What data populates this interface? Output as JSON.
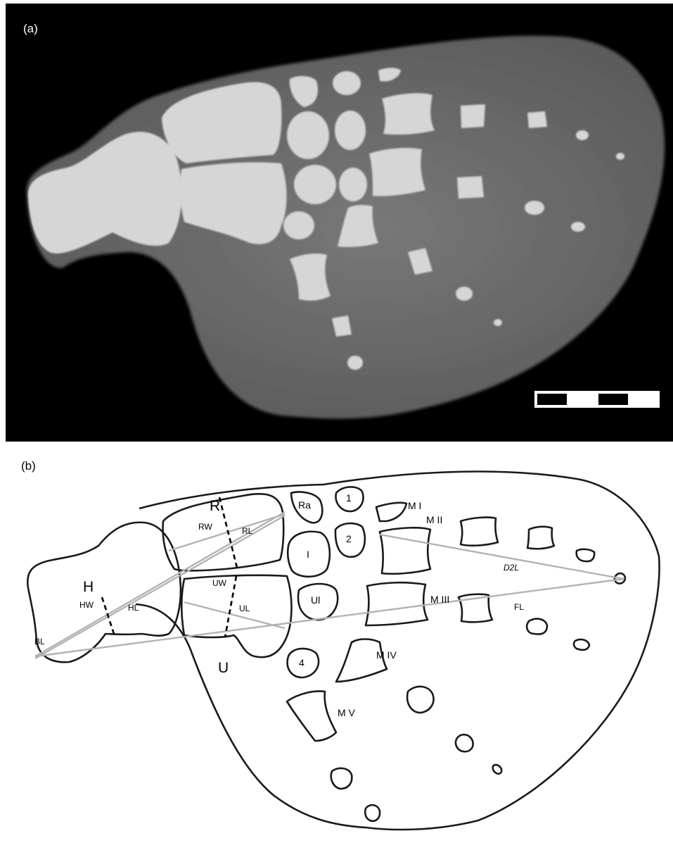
{
  "panel_a": {
    "label": "(a)"
  },
  "panel_b": {
    "label": "(b)",
    "bones": {
      "humerus": "H",
      "radius": "R",
      "ulna": "U",
      "radiale": "Ra",
      "intermedium": "I",
      "ulnare": "Ul",
      "distal_carpal_1": "1",
      "distal_carpal_2": "2",
      "distal_carpal_4": "4",
      "metacarpal_1": "M I",
      "metacarpal_2": "M II",
      "metacarpal_3": "M III",
      "metacarpal_4": "M IV",
      "metacarpal_5": "M V"
    },
    "measurements": {
      "humerus_width": "HW",
      "humerus_length": "HL",
      "radius_width": "RW",
      "radius_length": "RL",
      "ulna_width": "UW",
      "ulna_length": "UL",
      "base_length": "BL",
      "digit2_length": "D2L",
      "flipper_length": "FL"
    }
  },
  "colors": {
    "xray_background": "#000000",
    "xray_flipper": "#6f6f6f",
    "xray_bone": "#d9d9d9",
    "outline": "#1a1a1a",
    "measure_line": "#b3b3b3"
  }
}
